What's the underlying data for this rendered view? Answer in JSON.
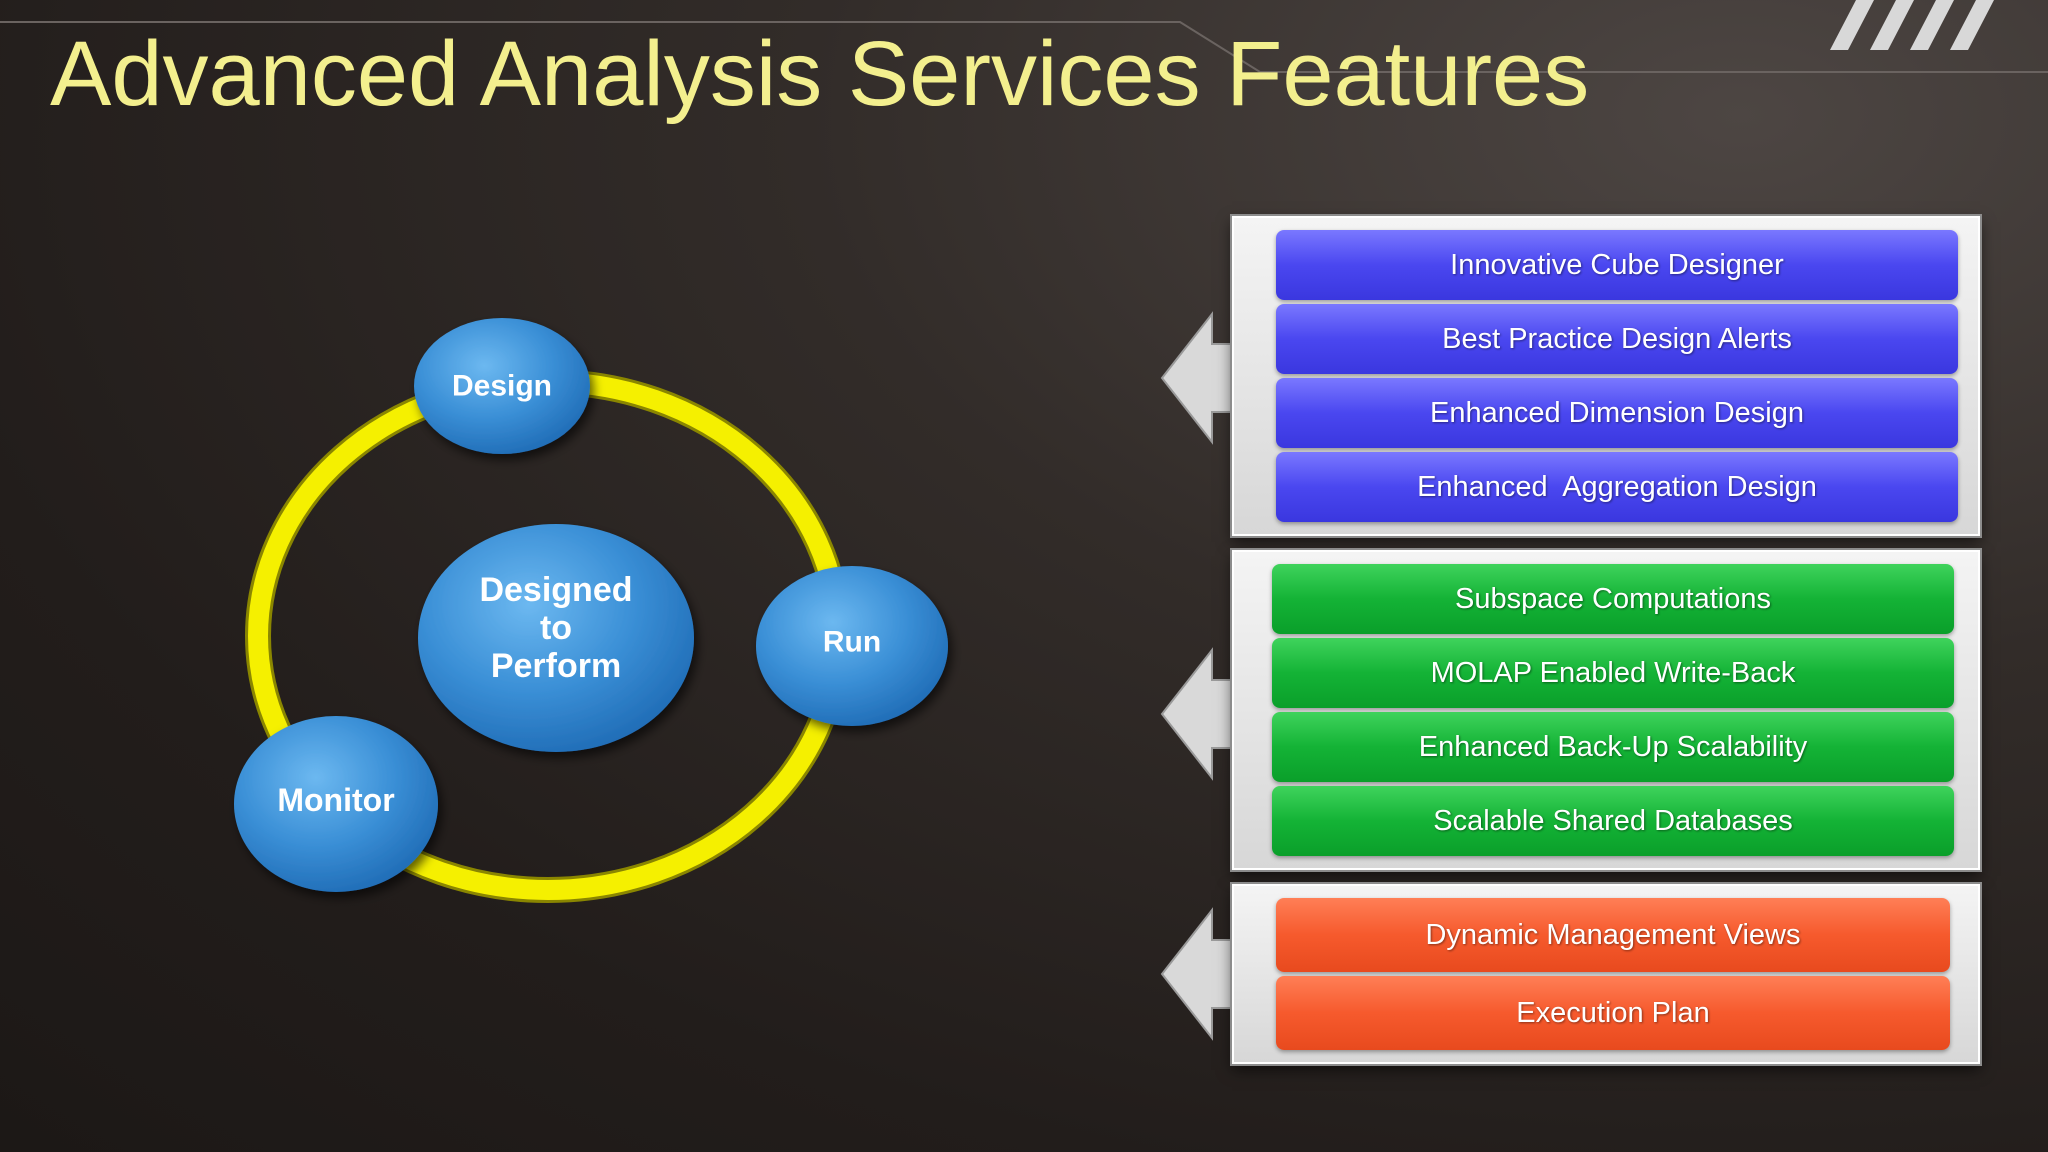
{
  "slide": {
    "title": "Advanced Analysis Services Features"
  },
  "cycle": {
    "center_lines": [
      "Designed",
      "to",
      "Perform"
    ],
    "nodes": {
      "design": "Design",
      "run": "Run",
      "monitor": "Monitor"
    }
  },
  "groups": [
    {
      "color": "#4a47f0",
      "items": [
        "Innovative Cube Designer",
        "Best Practice Design Alerts",
        "Enhanced Dimension Design",
        "Enhanced  Aggregation Design"
      ]
    },
    {
      "color": "#14b336",
      "items": [
        "Subspace Computations",
        "MOLAP Enabled Write-Back",
        "Enhanced Back-Up Scalability",
        "Scalable Shared Databases"
      ]
    },
    {
      "color": "#f65a2d",
      "items": [
        "Dynamic Management Views",
        "Execution Plan"
      ]
    }
  ],
  "colors": {
    "title": "#f3ef8e",
    "ring": "#f5f000",
    "node": "#3a8fd6"
  }
}
